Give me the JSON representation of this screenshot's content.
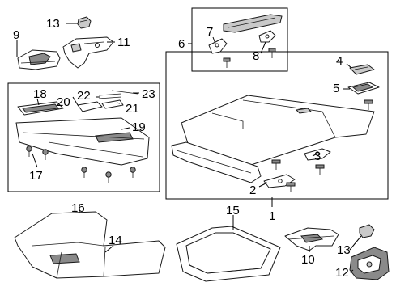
{
  "diagram": {
    "callouts": {
      "c1": "1",
      "c2": "2",
      "c3": "3",
      "c4": "4",
      "c5": "5",
      "c6": "6",
      "c7": "7",
      "c8": "8",
      "c9": "9",
      "c10": "10",
      "c11": "11",
      "c12": "12",
      "c13a": "13",
      "c13b": "13",
      "c14": "14",
      "c15": "15",
      "c16": "16",
      "c17": "17",
      "c18": "18",
      "c19": "19",
      "c20": "20",
      "c21": "21",
      "c22": "22",
      "c23": "23"
    }
  }
}
